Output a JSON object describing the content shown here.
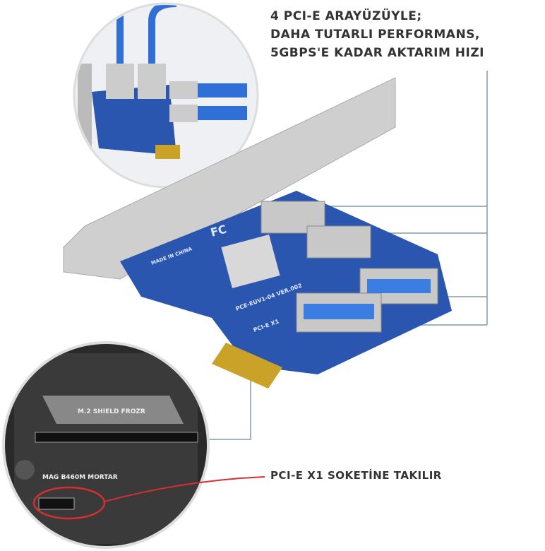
{
  "headline": {
    "line1": "4 PCI-E ARAYÜZÜYLE;",
    "line2": "DAHA TUTARLI PERFORMANS,",
    "line3": "5GBPS'E KADAR AKTARIM HIZI"
  },
  "caption": "PCI-E X1 SOKETİNE TAKILIR",
  "board_labels": {
    "shield": "M.2 SHIELD FROZR",
    "model": "MAG B460M MORTAR",
    "card_model": "PCE-EUV1-04 VER.002",
    "card_sub": "PCI-E X1",
    "made": "MADE IN CHINA"
  },
  "colors": {
    "pcb": "#2a56b0",
    "usb": "#3b7de0",
    "metal": "#c9c9c9",
    "accent_red": "#d23030",
    "line": "#6d8fa8"
  }
}
